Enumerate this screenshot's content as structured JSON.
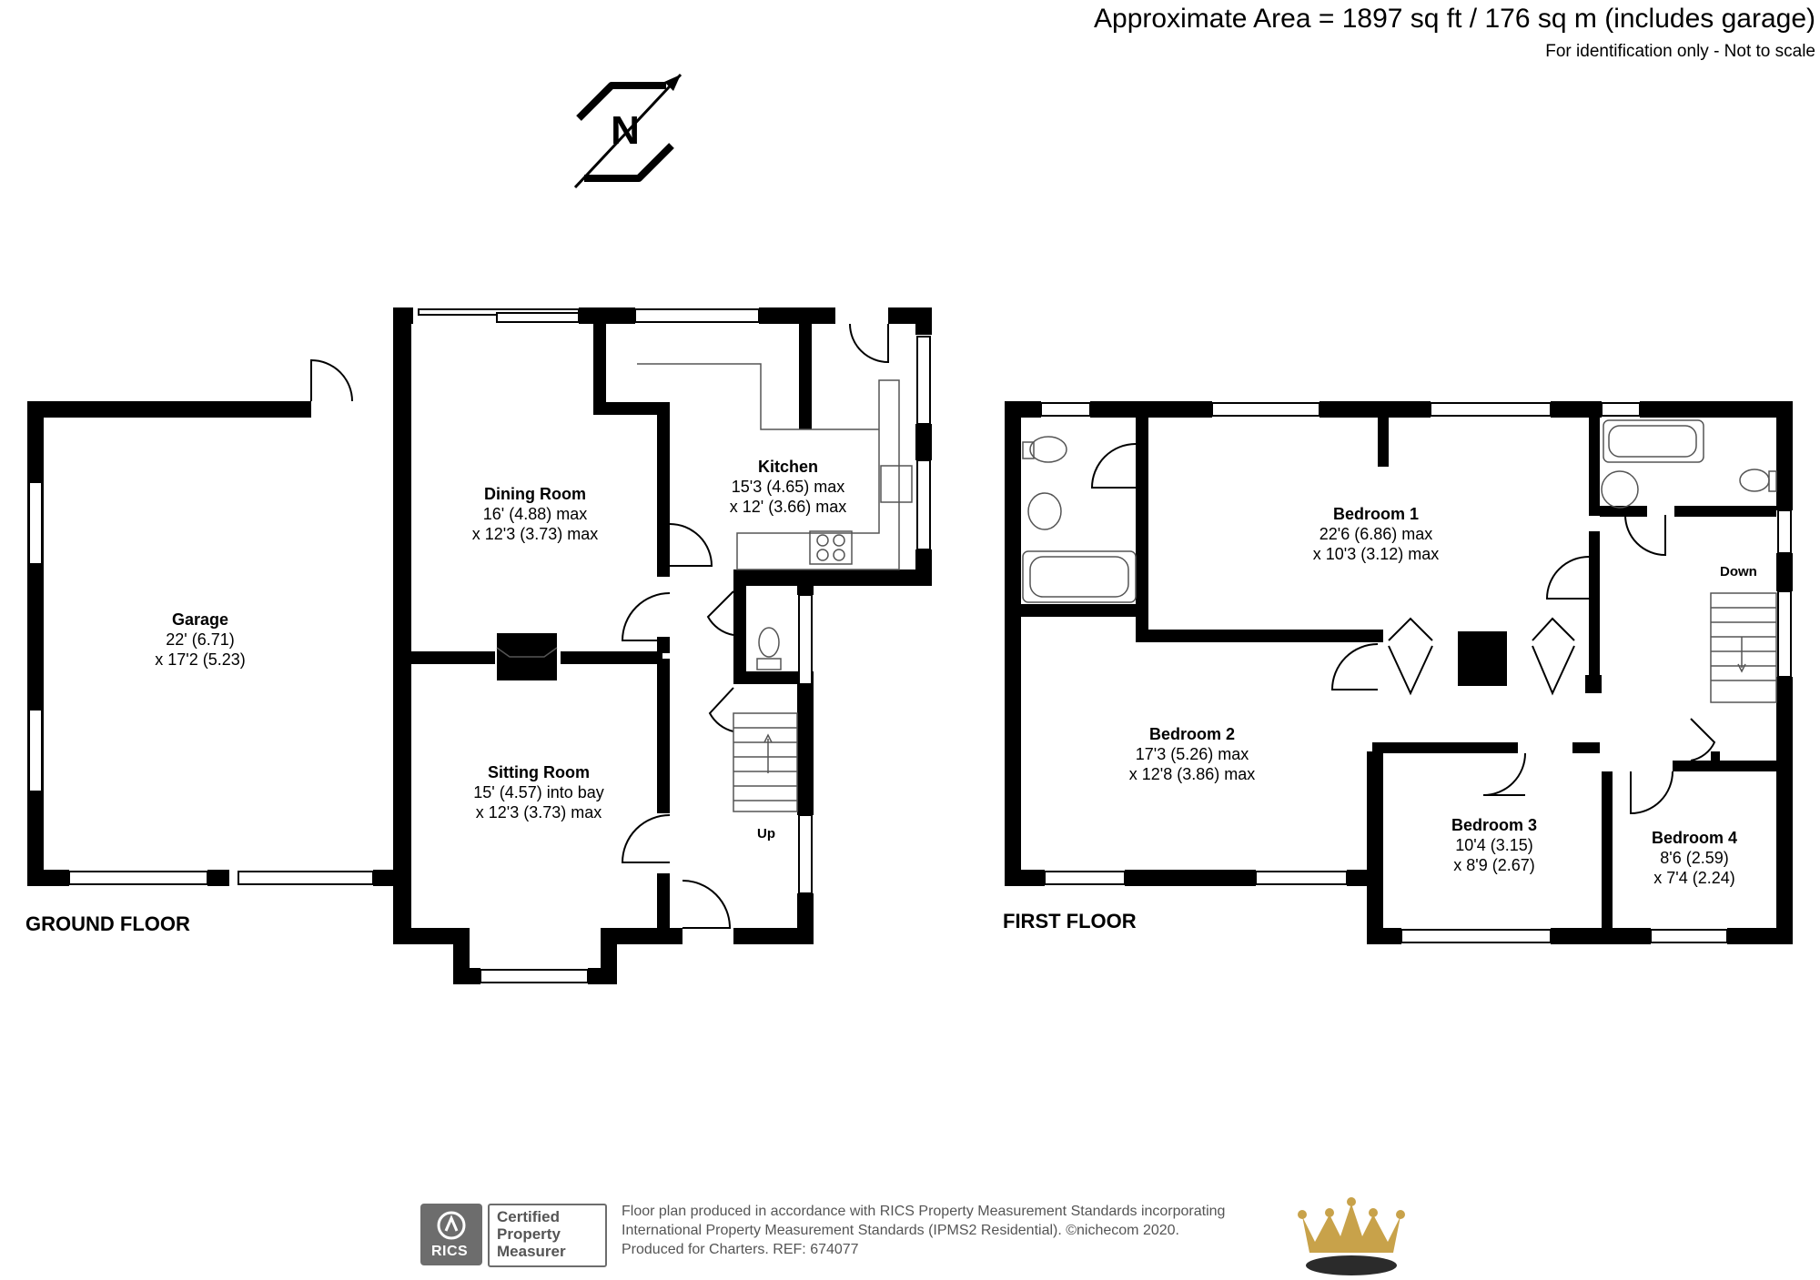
{
  "header": {
    "area": "Approximate Area = 1897 sq ft / 176 sq m (includes garage)",
    "note": "For identification only - Not to scale"
  },
  "compass": {
    "letter": "N"
  },
  "floors": {
    "ground": {
      "label": "GROUND FLOOR"
    },
    "first": {
      "label": "FIRST FLOOR"
    }
  },
  "rooms": {
    "garage": {
      "name": "Garage",
      "line1": "22' (6.71)",
      "line2": "x 17'2 (5.23)"
    },
    "dining": {
      "name": "Dining Room",
      "line1": "16' (4.88) max",
      "line2": "x 12'3 (3.73) max"
    },
    "kitchen": {
      "name": "Kitchen",
      "line1": "15'3 (4.65) max",
      "line2": "x 12' (3.66) max"
    },
    "sitting": {
      "name": "Sitting Room",
      "line1": "15' (4.57) into bay",
      "line2": "x 12'3 (3.73) max"
    },
    "bed1": {
      "name": "Bedroom 1",
      "line1": "22'6 (6.86) max",
      "line2": "x 10'3 (3.12) max"
    },
    "bed2": {
      "name": "Bedroom 2",
      "line1": "17'3 (5.26) max",
      "line2": "x 12'8 (3.86) max"
    },
    "bed3": {
      "name": "Bedroom 3",
      "line1": "10'4 (3.15)",
      "line2": "x 8'9 (2.67)"
    },
    "bed4": {
      "name": "Bedroom 4",
      "line1": "8'6 (2.59)",
      "line2": "x 7'4 (2.24)"
    }
  },
  "stairs": {
    "up": "Up",
    "down": "Down"
  },
  "footer": {
    "line1": "Floor plan produced in accordance with RICS Property Measurement Standards incorporating",
    "line2": "International Property Measurement Standards (IPMS2 Residential).   ©nichecom 2020.",
    "line3": "Produced for Charters.   REF: 674077",
    "rics": "RICS",
    "cert1": "Certified",
    "cert2": "Property",
    "cert3": "Measurer"
  },
  "colors": {
    "wall": "#000000",
    "fixture": "#555555",
    "badge": "#6d6d6d",
    "crown_gold": "#c8a24a",
    "crown_dark": "#2b2b2b"
  }
}
